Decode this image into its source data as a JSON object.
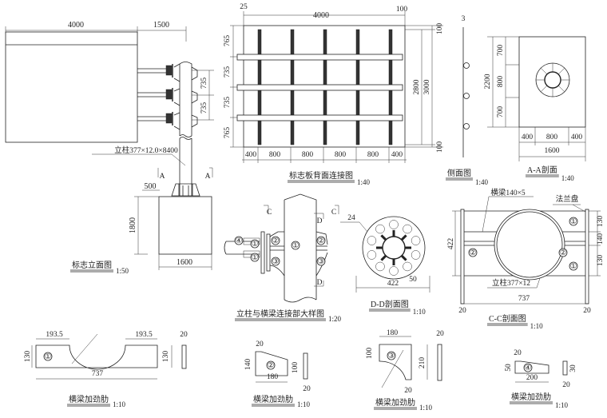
{
  "elevation": {
    "title": "标志立面图",
    "scale": "1:50",
    "dims": [
      "4000",
      "1500",
      "735",
      "735",
      "500",
      "1800",
      "1600"
    ],
    "post_label": "立柱377×12.0×8400",
    "section_mark": "A"
  },
  "back_view": {
    "title": "标志板背面连接图",
    "scale": "1:40",
    "top_dims": [
      "25",
      "4000",
      "100"
    ],
    "left_dims": [
      "765",
      "735",
      "735",
      "765"
    ],
    "right_dims": [
      "2800",
      "3000",
      "100",
      "100"
    ],
    "bottom_dims": [
      "400",
      "800",
      "800",
      "800",
      "800",
      "400"
    ]
  },
  "side_view": {
    "title": "侧面图",
    "scale": "1:40",
    "dims": [
      "3"
    ]
  },
  "section_aa": {
    "title": "A-A剖面",
    "scale": "1:40",
    "left_dims": [
      "700",
      "800",
      "700",
      "2200"
    ],
    "bottom_dims": [
      "400",
      "800",
      "400",
      "1600"
    ]
  },
  "connection_detail": {
    "title": "立柱与横梁连接部大样图",
    "scale": "1:20",
    "marks": [
      "C",
      "C",
      "D",
      "D"
    ],
    "callouts": [
      "①",
      "②",
      "③",
      "④"
    ]
  },
  "section_dd": {
    "title": "D-D剖面图",
    "scale": "1:10",
    "dims": [
      "24",
      "422",
      "50"
    ]
  },
  "section_cc": {
    "title": "C-C剖面图",
    "scale": "1:10",
    "labels": [
      "横梁140×5",
      "法兰盘",
      "立柱377×12"
    ],
    "dims": [
      "422",
      "130",
      "140",
      "130",
      "737",
      "20",
      "20"
    ],
    "callouts": [
      "①",
      "②"
    ]
  },
  "rib1": {
    "title": "横梁加劲肋",
    "scale": "1:10",
    "dims": [
      "193.5",
      "193.5",
      "130",
      "130",
      "737",
      "20"
    ],
    "callout": "①"
  },
  "rib2": {
    "title": "横梁加劲肋",
    "scale": "1:10",
    "dims": [
      "20",
      "140",
      "180",
      "100",
      "20"
    ],
    "callout": "②"
  },
  "rib3": {
    "title": "横梁加劲肋",
    "scale": "1:10",
    "dims": [
      "180",
      "100",
      "210",
      "20",
      "20"
    ],
    "callout": "③"
  },
  "rib4": {
    "title": "横梁加劲肋",
    "scale": "1:10",
    "dims": [
      "20",
      "50",
      "200",
      "30",
      "20"
    ],
    "callout": "④"
  }
}
